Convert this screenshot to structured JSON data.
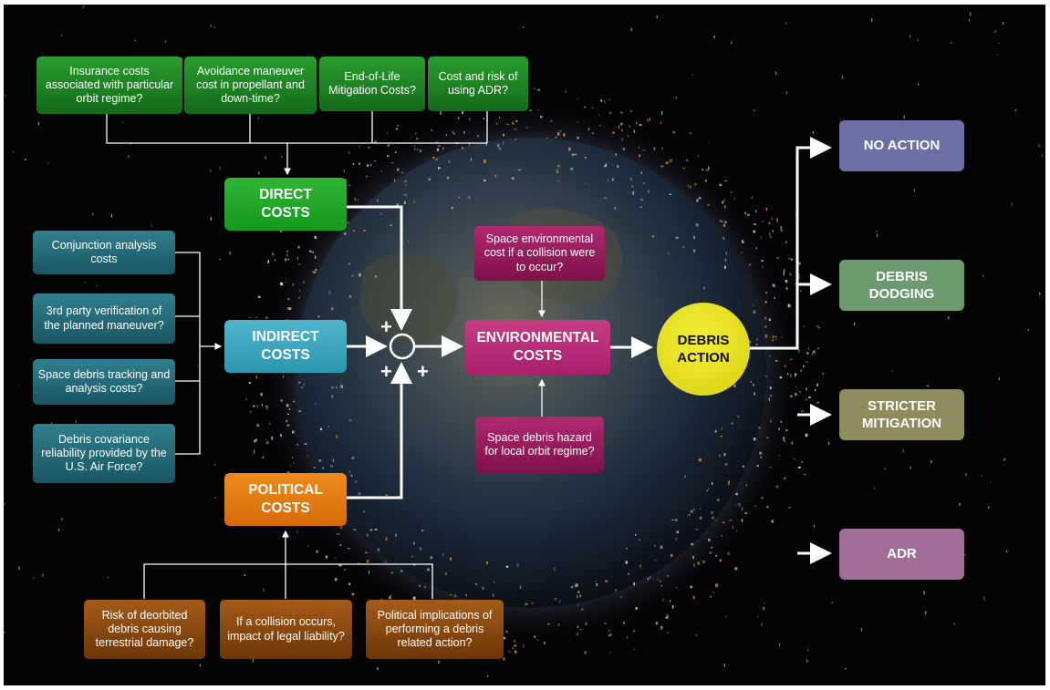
{
  "colors": {
    "background": "#040405",
    "direct": "#1ea324",
    "indirect": "#3aa6bf",
    "political": "#e27a10",
    "environmental": "#b82d78",
    "debris_action": "#e6dc1e",
    "no_action": "#6b6fa6",
    "debris_dodging": "#6a9a6d",
    "stricter_mitigation": "#8e8b5c",
    "adr": "#a06d97"
  },
  "direct_inputs": [
    "Insurance costs associated with particular orbit regime?",
    "Avoidance maneuver cost in propellant and down-time?",
    "End-of-Life Mitigation Costs?",
    "Cost and risk of using ADR?"
  ],
  "indirect_inputs": [
    "Conjunction analysis costs",
    "3rd party verification of the planned maneuver?",
    "Space debris tracking and analysis costs?",
    "Debris covariance reliability provided by the U.S. Air Force?"
  ],
  "political_inputs": [
    "Risk of deorbited debris causing terrestrial damage?",
    "If a collision occurs, impact of legal liability?",
    "Political implications of performing a debris related action?"
  ],
  "environmental_inputs": {
    "top": "Space environmental cost if a collision were to occur?",
    "bottom": "Space debris hazard for local orbit regime?"
  },
  "categories": {
    "direct": "DIRECT COSTS",
    "indirect": "INDIRECT COSTS",
    "political": "POLITICAL COSTS",
    "environmental": "ENVIRONMENTAL COSTS"
  },
  "summing_signs": [
    "+",
    "+",
    "+"
  ],
  "debris_action": "DEBRIS ACTION",
  "outcomes": [
    "NO ACTION",
    "DEBRIS DODGING",
    "STRICTER MITIGATION",
    "ADR"
  ]
}
